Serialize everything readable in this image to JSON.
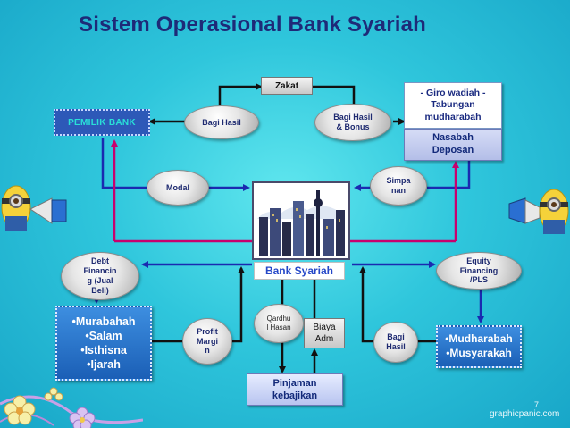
{
  "title": "Sistem Operasional Bank Syariah",
  "nodes": {
    "zakat": "Zakat",
    "giro": "-  Giro wadiah -\nTabungan\nmudharabah",
    "nasabah": "Nasabah\nDeposan",
    "pemilik": "PEMILIK BANK",
    "bagi_hasil_top": "Bagi Hasil",
    "bagi_hasil_bonus": "Bagi Hasil\n& Bonus",
    "modal": "Modal",
    "simpanan": "Simpa\nnan",
    "bank_syariah": "Bank Syariah",
    "debt_financing": "Debt\nFinancin\ng (Jual\nBeli)",
    "equity_financing": "Equity\nFinancing\n/PLS",
    "murabahah_list": [
      "•Murabahah",
      "•Salam",
      "•Isthisna",
      "•Ijarah"
    ],
    "profit_margin": "Profit\nMargi\nn",
    "qardhul_hasan": "Qardhu\nl Hasan",
    "biaya_adm": "Biaya\nAdm",
    "bagi_hasil_bottom": "Bagi\nHasil",
    "mudharabah_list": [
      "•Mudharabah",
      "•Musyarakah"
    ],
    "pinjaman": "Pinjaman\nkebajikan"
  },
  "footer": {
    "watermark": "graphicpanic.com",
    "slide_number": "7"
  },
  "colors": {
    "background": "#2fc6dc",
    "title": "#1e2a78",
    "connector_black": "#111111",
    "connector_magenta": "#c8006e",
    "connector_blue": "#1a2ab0",
    "blue_box": "#1b5fb6"
  },
  "decor": {
    "left_character": "minion-megaphone-icon",
    "right_character": "minion-megaphone-icon",
    "flowers": "flower-decoration-icon"
  }
}
